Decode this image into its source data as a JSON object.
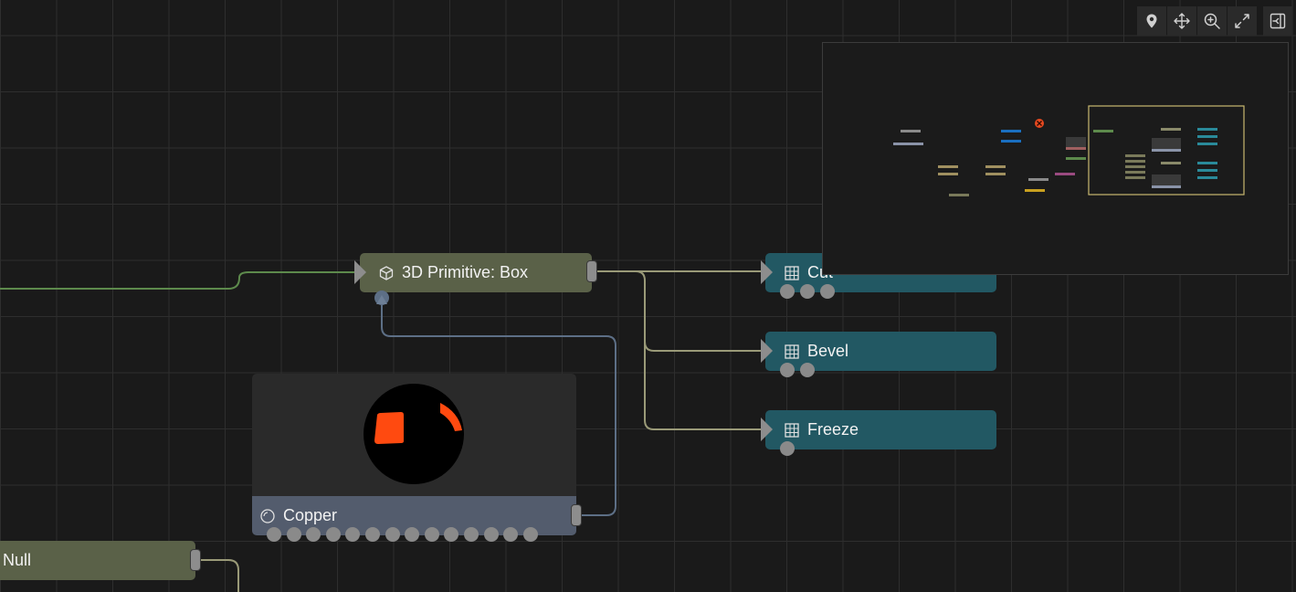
{
  "nodes": {
    "box": {
      "label": "3D Primitive: Box",
      "icon": "cube-icon"
    },
    "cut": {
      "label": "Cut",
      "icon": "grid-box-icon"
    },
    "bevel": {
      "label": "Bevel",
      "icon": "grid-box-icon"
    },
    "freeze": {
      "label": "Freeze",
      "icon": "grid-box-icon"
    },
    "copper": {
      "label": "Copper",
      "icon": "material-sphere-icon"
    },
    "null": {
      "label": "Null"
    }
  },
  "toolbar": [
    "locate-pin-icon",
    "pan-arrows-icon",
    "zoom-in-icon",
    "fit-view-icon",
    "toggle-panel-icon"
  ],
  "colors": {
    "olive_node": "#5a6148",
    "teal_node": "#225863",
    "slate_node": "#535c6d",
    "wire_green": "#5d8a4c",
    "wire_tan": "#9a9a78",
    "wire_blue": "#5d6f86",
    "minimap_viewport": "#c9b870"
  }
}
